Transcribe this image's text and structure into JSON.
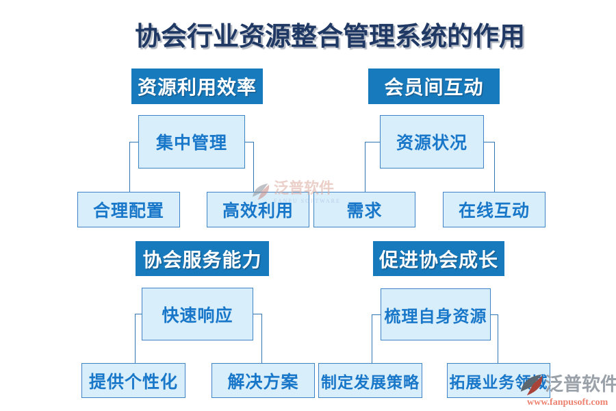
{
  "title": "协会行业资源整合管理系统的作用",
  "sections": [
    {
      "header": "资源利用效率",
      "parent": "集中管理",
      "children": [
        "合理配置",
        "高效利用"
      ]
    },
    {
      "header": "会员间互动",
      "parent": "资源状况",
      "children": [
        "需求",
        "在线互动"
      ]
    },
    {
      "header": "协会服务能力",
      "parent": "快速响应",
      "children": [
        "提供个性化",
        "解决方案"
      ]
    },
    {
      "header": "促进协会成长",
      "parent": "梳理自身资源",
      "children": [
        "制定发展策略",
        "拓展业务领域"
      ]
    }
  ],
  "watermark_center": {
    "brand": "泛普软件",
    "subtitle": "FANPU SOFTWARE"
  },
  "watermark_corner": {
    "brand": "泛普软件",
    "url": "www.fanpusoft.com"
  },
  "colors": {
    "header_bg": "#177abc",
    "node_bg": "#d9eefb",
    "node_border": "#3c82c4",
    "node_text": "#1877c9",
    "title_text": "#1f3864",
    "connector": "#2e75b6",
    "watermark_gray": "#9aa1a9",
    "watermark_url": "#ee8170",
    "watermark_pink": "#dba89e",
    "logo_dark": "#5b6770",
    "logo_red": "#a8433a"
  }
}
